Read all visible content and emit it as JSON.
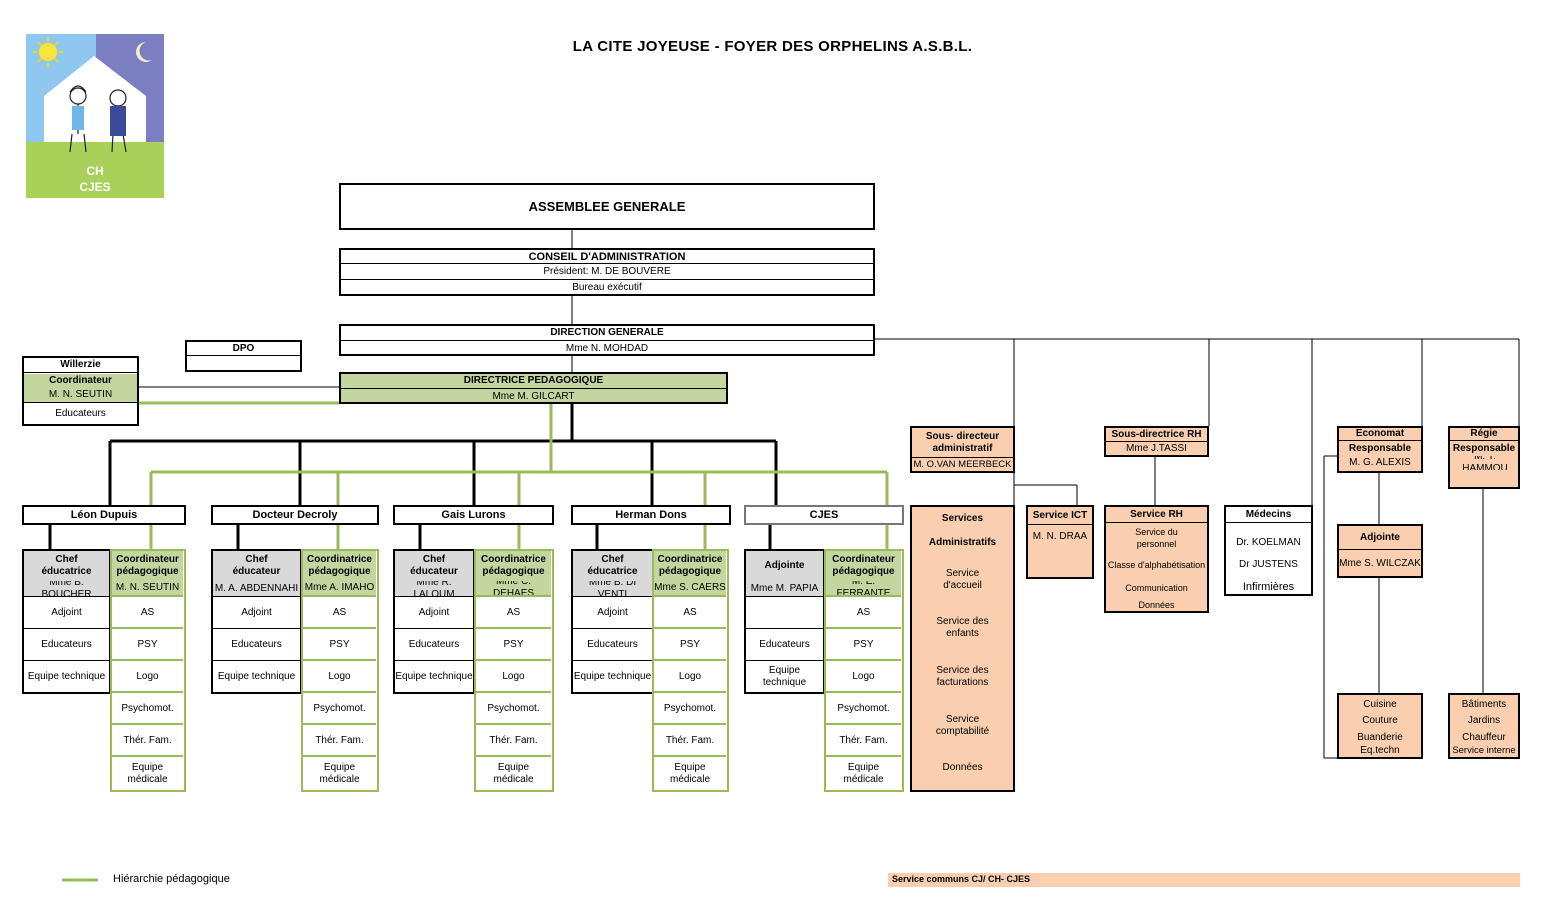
{
  "title": "LA CITE JOYEUSE - FOYER DES ORPHELINS   A.S.B.L.",
  "logo": {
    "lines": [
      "CH",
      "CJES"
    ]
  },
  "assemblee": "ASSEMBLEE GENERALE",
  "conseil": {
    "title": "CONSEIL D'ADMINISTRATION",
    "president": "Président: M. DE BOUVERE",
    "bureau": "Bureau exécutif"
  },
  "direction": {
    "title": "DIRECTION GENERALE",
    "name": "Mme N. MOHDAD"
  },
  "dpo": {
    "title": "DPO"
  },
  "willerzie": {
    "title": "Willerzie",
    "coord_title": "Coordinateur",
    "coord_name": "M. N. SEUTIN",
    "educ": "Educateurs"
  },
  "directrice": {
    "title": "DIRECTRICE PEDAGOGIQUE",
    "name": "Mme M. GILCART"
  },
  "houses": [
    {
      "name": "Léon Dupuis",
      "chef": "Chef\néducatrice",
      "chef_name": "Mme B. BOUCHER",
      "coord": "Coordinateur\npédagogique",
      "coord_name": "M. N. SEUTIN",
      "left": [
        "Adjoint",
        "Educateurs",
        "Equipe technique"
      ]
    },
    {
      "name": "Docteur Decroly",
      "chef": "Chef\néducateur",
      "chef_name": "M. A. ABDENNAHI",
      "coord": "Coordinatrice\npédagogique",
      "coord_name": "Mme A. IMAHO",
      "left": [
        "Adjoint",
        "Educateurs",
        "Equipe technique"
      ]
    },
    {
      "name": "Gais Lurons",
      "chef": "Chef\néducateur",
      "chef_name": "Mme R. LALOUM",
      "coord": "Coordinatrice\npédagogique",
      "coord_name": "Mme C. DEHAES",
      "left": [
        "Adjoint",
        "Educateurs",
        "Equipe technique"
      ]
    },
    {
      "name": "Herman Dons",
      "chef": "Chef\néducatrice",
      "chef_name": "Mme B. DI VENTI",
      "coord": "Coordinatrice\npédagogique",
      "coord_name": "Mme S. CAERS",
      "left": [
        "Adjoint",
        "Educateurs",
        "Equipe technique"
      ]
    },
    {
      "name": "CJES",
      "chef": "Adjointe",
      "chef_name": "Mme M. PAPIA",
      "coord": "Coordinateur\npédagogique",
      "coord_name": "M. E. FERRANTE",
      "left": [
        "",
        "Educateurs",
        "Equipe technique"
      ]
    }
  ],
  "coord_services": [
    "AS",
    "PSY",
    "Logo",
    "Psychomot.",
    "Thér. Fam.",
    "Equipe\nmédicale"
  ],
  "sous_directeur": {
    "title": "Sous- directeur\nadministratif",
    "name": "M. O.VAN MEERBECK"
  },
  "services_admin": {
    "title": "Services\n\nAdministratifs",
    "items": [
      "Service\nd'accueil",
      "Service des\nenfants",
      "Service des\nfacturations",
      "Service\ncomptabilité",
      "Données"
    ]
  },
  "ict": {
    "title": "Service ICT",
    "name": "M. N. DRAA"
  },
  "sous_directrice_rh": {
    "title": "Sous-directrice RH",
    "name": "Mme J.TASSI"
  },
  "service_rh": {
    "title": "Service RH",
    "items": [
      "Service du\npersonnel",
      "Classe d'alphabétisation",
      "Communication",
      "Données"
    ]
  },
  "medecins": {
    "title": "Médecins",
    "items": [
      "Dr. KOELMAN",
      "Dr JUSTENS",
      "Infirmières"
    ]
  },
  "economat": {
    "title": "Economat",
    "role": "Responsable",
    "name": "M. G. ALEXIS",
    "adjointe_title": "Adjointe",
    "adjointe_name": "Mme S. WILCZAK",
    "items": [
      "Cuisine",
      "Couture",
      "Buanderie",
      "Eq.techn"
    ]
  },
  "regie": {
    "title": "Régie",
    "role": "Responsable",
    "name": "M. Y. HAMMOU",
    "items": [
      "Bâtiments",
      "Jardins",
      "Chauffeur",
      "Service interne"
    ]
  },
  "legend": {
    "label": "Hiérarchie pédagogique"
  },
  "services_communs": "Service communs CJ/ CH- CJES",
  "colors": {
    "green_line": "#9bbb59",
    "green_fill": "#c4d6a0",
    "peach_fill": "#f9cfb0",
    "grey_fill": "#d9d9d9"
  }
}
